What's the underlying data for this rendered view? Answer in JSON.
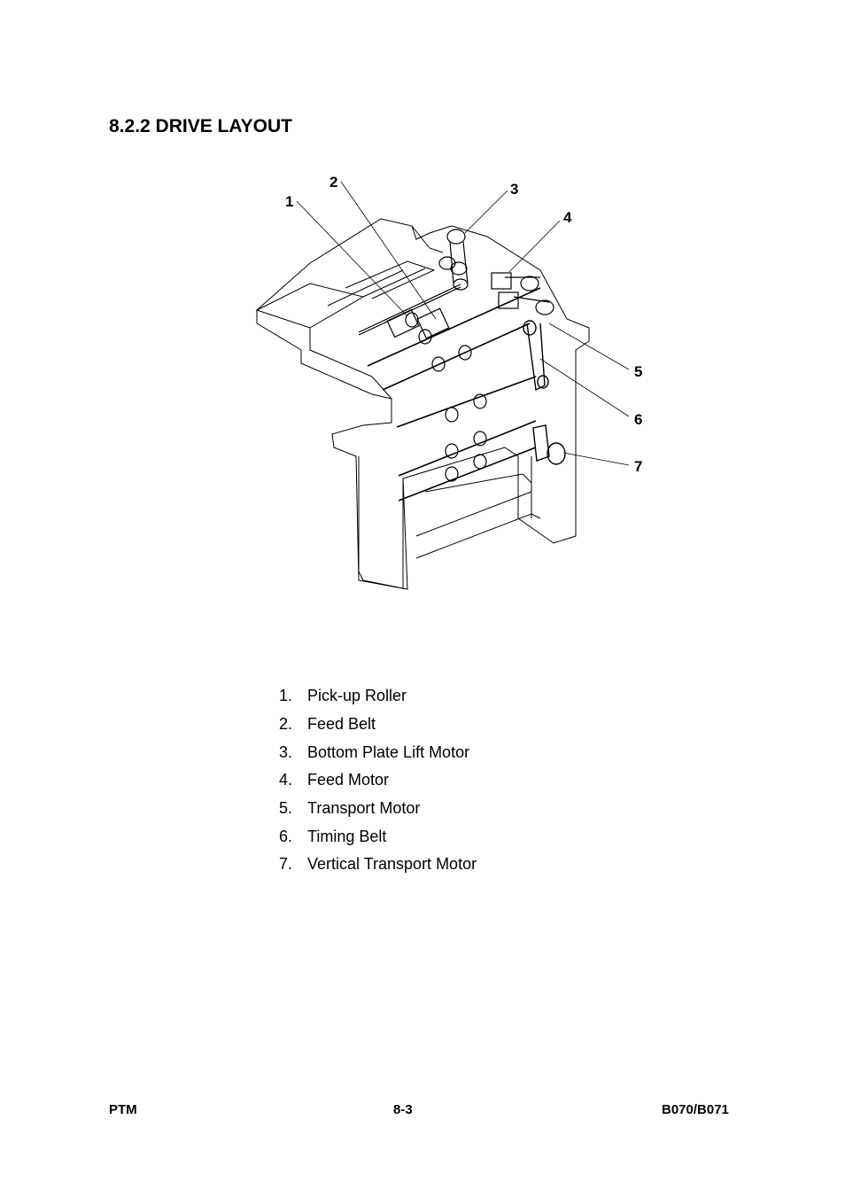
{
  "section": {
    "title": "8.2.2  DRIVE LAYOUT"
  },
  "figure": {
    "callouts": [
      "1",
      "2",
      "3",
      "4",
      "5",
      "6",
      "7"
    ]
  },
  "legend": [
    {
      "num": "1.",
      "label": "Pick-up Roller"
    },
    {
      "num": "2.",
      "label": "Feed Belt"
    },
    {
      "num": "3.",
      "label": "Bottom Plate Lift Motor"
    },
    {
      "num": "4.",
      "label": "Feed Motor"
    },
    {
      "num": "5.",
      "label": "Transport Motor"
    },
    {
      "num": "6.",
      "label": "Timing Belt"
    },
    {
      "num": "7.",
      "label": "Vertical Transport Motor"
    }
  ],
  "footer": {
    "left": "PTM",
    "center": "8-3",
    "right": "B070/B071"
  }
}
